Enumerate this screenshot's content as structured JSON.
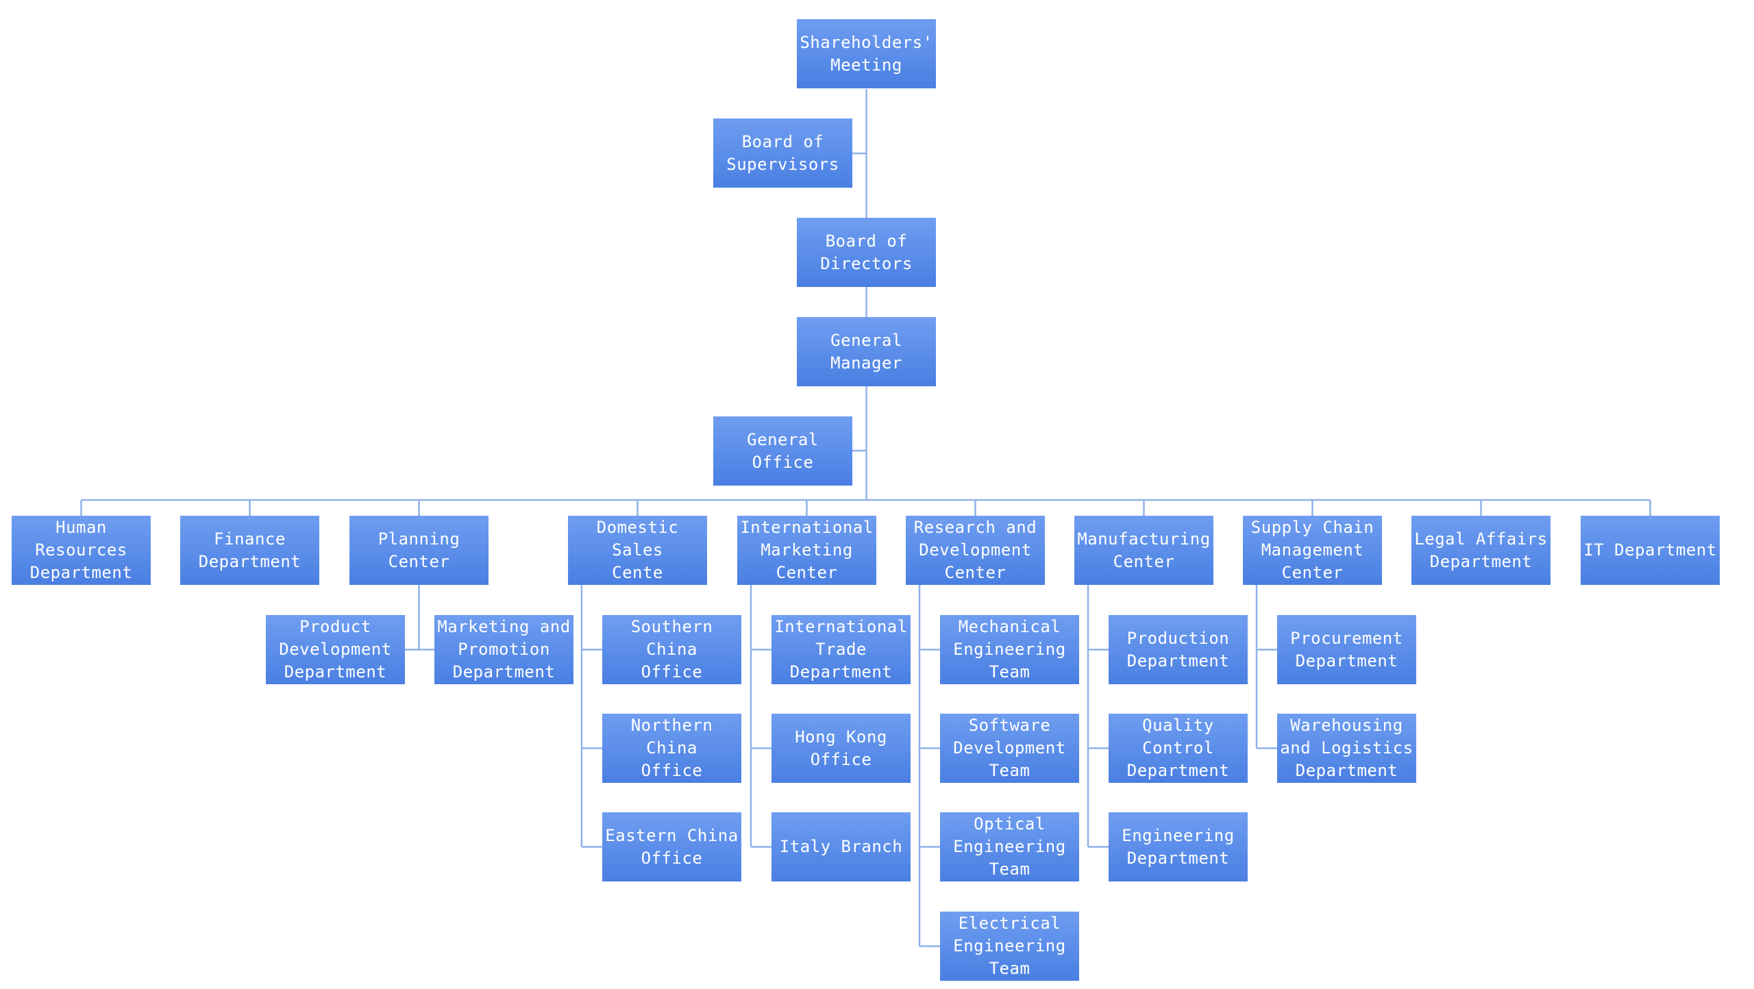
{
  "org_chart": {
    "shareholders": "Shareholders'\nMeeting",
    "supervisors": "Board of\nSupervisors",
    "directors": "Board of\nDirectors",
    "general_manager": "General\nManager",
    "general_office": "General Office",
    "departments": [
      {
        "label": "Human\nResources\nDepartment",
        "children": []
      },
      {
        "label": "Finance\nDepartment",
        "children": []
      },
      {
        "label": "Planning\nCenter",
        "children": [
          "Product\nDevelopment\nDepartment",
          "Marketing and\nPromotion\nDepartment"
        ]
      },
      {
        "label": "Domestic Sales\nCente",
        "children": [
          "Southern China\nOffice",
          "Northern China\nOffice",
          "Eastern China\nOffice"
        ]
      },
      {
        "label": "International\nMarketing\nCenter",
        "children": [
          "International\nTrade\nDepartment",
          "Hong Kong\nOffice",
          "Italy Branch"
        ]
      },
      {
        "label": "Research and\nDevelopment\nCenter",
        "children": [
          "Mechanical\nEngineering\nTeam",
          "Software\nDevelopment\nTeam",
          "Optical\nEngineering\nTeam",
          "Electrical\nEngineering\nTeam"
        ]
      },
      {
        "label": "Manufacturing\nCenter",
        "children": [
          "Production\nDepartment",
          "Quality\nControl\nDepartment",
          "Engineering\nDepartment"
        ]
      },
      {
        "label": "Supply Chain\nManagement\nCenter",
        "children": [
          "Procurement\nDepartment",
          "Warehousing\nand Logistics\nDepartment"
        ]
      },
      {
        "label": "Legal Affairs\nDepartment",
        "children": []
      },
      {
        "label": "IT Department",
        "children": []
      }
    ]
  },
  "colors": {
    "box_fill": "#5b8ee9",
    "connector": "#8fb2e8",
    "text": "#ffffff"
  }
}
